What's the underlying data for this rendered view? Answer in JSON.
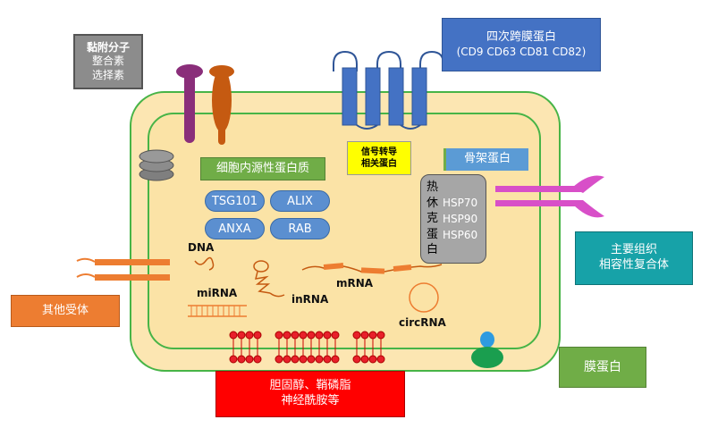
{
  "adhesion_box": {
    "line1": "黏附分子",
    "line2": "整合素",
    "line3": "选择素"
  },
  "tetraspanin_box": {
    "line1": "四次跨膜蛋白",
    "line2": "(CD9 CD63 CD81 CD82)"
  },
  "signal_box": {
    "line1": "信号转导",
    "line2": "相关蛋白"
  },
  "cytoskeleton_box": {
    "label": "骨架蛋白"
  },
  "endogenous_box": {
    "label": "细胞内源性蛋白质"
  },
  "protein_pills": [
    "TSG101",
    "ALIX",
    "ANXA",
    "RAB"
  ],
  "heat_shock": {
    "chars": [
      "热",
      "休",
      "克",
      "蛋",
      "白"
    ],
    "items": [
      "HSP70",
      "HSP90",
      "HSP60"
    ]
  },
  "mhc_box": {
    "line1": "主要组织",
    "line2": "相容性复合体"
  },
  "other_receptor_box": {
    "label": "其他受体"
  },
  "membrane_protein_box": {
    "label": "膜蛋白"
  },
  "lipid_box": {
    "line1": "胆固醇、鞘磷脂",
    "line2": "神经酰胺等"
  },
  "nucleic_acids": {
    "dna": "DNA",
    "mirna": "miRNA",
    "inrna": "inRNA",
    "mrna": "mRNA",
    "circrna": "circRNA"
  },
  "colors": {
    "cell_fill": "#fce6b2",
    "cell_inner": "#fbe3a6",
    "membrane": "#47b447",
    "gray_box": "#8c8c8c",
    "blue_box": "#4472c4",
    "yellow_box": "#ffff00",
    "green_box": "#70ad47",
    "teal_box": "#17a2a8",
    "orange_box": "#ed7d31",
    "red_box": "#ff0000",
    "pill": "#5b8fd0",
    "lipid": "#e8202a",
    "magenta": "#d84fc8"
  }
}
